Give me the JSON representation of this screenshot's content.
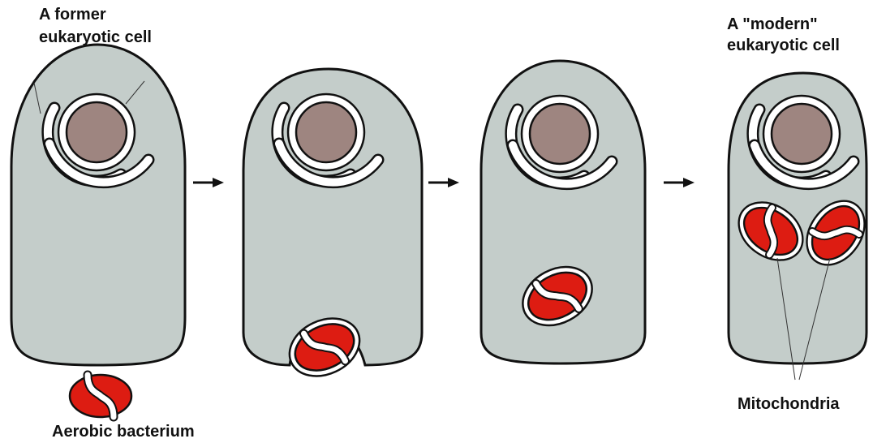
{
  "labels": {
    "former_line1": "A former",
    "former_line2": "eukaryotic cell",
    "modern_line1": "A \"modern\"",
    "modern_line2": "eukaryotic cell",
    "bacterium": "Aerobic bacterium",
    "mitochondria": "Mitochondria"
  },
  "colors": {
    "cytoplasm": "#c4cdca",
    "nucleus": "#9e8580",
    "mitochondrion": "#dd1c12",
    "membrane": "#ffffff",
    "outline": "#111111",
    "arrow": "#111111"
  }
}
